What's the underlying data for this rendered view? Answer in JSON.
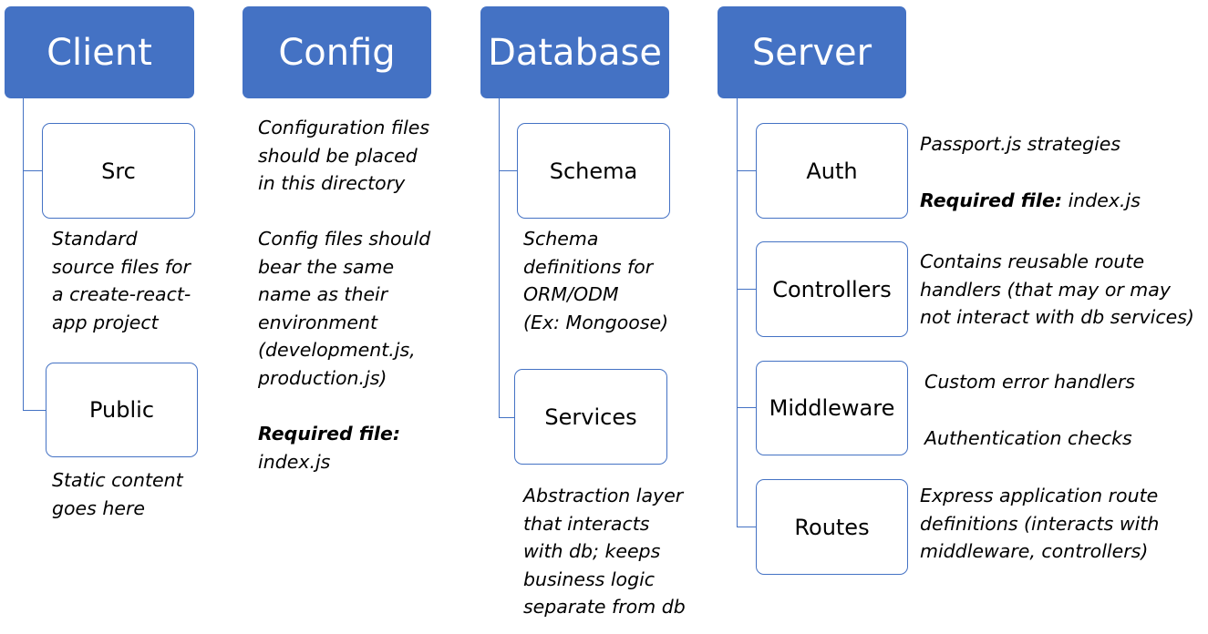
{
  "columns": {
    "client": {
      "title": "Client",
      "items": [
        {
          "label": "Src",
          "description": [
            "Standard",
            "source files for",
            "a create-react-",
            "app project"
          ]
        },
        {
          "label": "Public",
          "description": [
            "Static content",
            "goes here"
          ]
        }
      ]
    },
    "config": {
      "title": "Config",
      "description": [
        "Configuration files",
        "should be placed",
        "in this directory"
      ],
      "naming_note": [
        "Config files should",
        "bear the same",
        "name as their",
        "environment",
        "(development.js,",
        "production.js)"
      ],
      "required_label": "Required file:",
      "required_value": "index.js"
    },
    "database": {
      "title": "Database",
      "items": [
        {
          "label": "Schema",
          "description": [
            "Schema",
            "definitions for",
            "ORM/ODM",
            "(Ex: Mongoose)"
          ]
        },
        {
          "label": "Services",
          "description": [
            "Abstraction layer",
            "that interacts",
            "with db; keeps",
            "business logic",
            "separate from db"
          ]
        }
      ]
    },
    "server": {
      "title": "Server",
      "items": [
        {
          "label": "Auth",
          "description": [
            "Passport.js strategies"
          ],
          "required_label": "Required file:",
          "required_value": " index.js"
        },
        {
          "label": "Controllers",
          "description": [
            "Contains reusable route",
            "handlers (that may or may",
            "not interact with db services)"
          ]
        },
        {
          "label": "Middleware",
          "description": [
            "Custom error handlers",
            "Authentication checks"
          ]
        },
        {
          "label": "Routes",
          "description": [
            "Express application route",
            "definitions (interacts with",
            "middleware, controllers)"
          ]
        }
      ]
    }
  },
  "colors": {
    "header_fill": "#4472c4",
    "header_text": "#ffffff",
    "box_border": "#4472c4",
    "connector": "#4472c4",
    "text": "#000000"
  }
}
